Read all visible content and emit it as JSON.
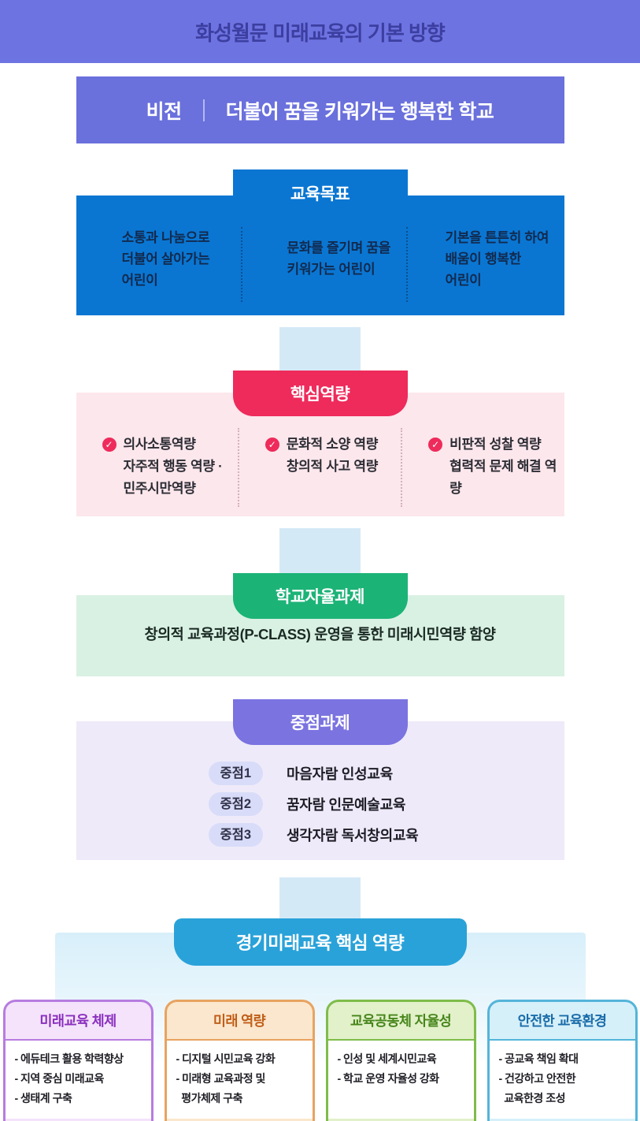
{
  "header": {
    "title": "화성월문 미래교육의 기본 방향"
  },
  "vision": {
    "label": "비전",
    "text": "더불어 꿈을 키워가는 행복한 학교"
  },
  "goals": {
    "tab": "교육목표",
    "columns": [
      {
        "text": "소통과 나눔으로\n더불어 살아가는\n어린이"
      },
      {
        "text": "문화를 즐기며 꿈을\n키워가는 어린이"
      },
      {
        "text": "기본을 튼튼히 하여\n배움이 행복한\n어린이"
      }
    ]
  },
  "core": {
    "tab": "핵심역량",
    "check_icon": "✓",
    "columns": [
      {
        "text": "의사소통역량\n자주적 행동 역량 ·\n민주시만역량"
      },
      {
        "text": "문화적 소양 역량\n창의적 사고 역량"
      },
      {
        "text": "비판적 성찰 역량\n협력적 문제 해결 역량"
      }
    ]
  },
  "school": {
    "tab": "학교자율과제",
    "text": "창의적 교육과정(P-CLASS) 운영을 통한 미래시민역량 함양"
  },
  "focus": {
    "tab": "중점과제",
    "items": [
      {
        "badge": "중점1",
        "text": "마음자람 인성교육"
      },
      {
        "badge": "중점2",
        "text": "꿈자람 인문예술교육"
      },
      {
        "badge": "중점3",
        "text": "생각자람 독서창의교육"
      }
    ]
  },
  "gyeonggi": {
    "tab": "경기미래교육 핵심 역량",
    "cards": [
      {
        "title": "미래교육 체제",
        "body": "- 에듀테크 활용 학력향상\n- 지역 중심 미래교육\n- 생태계 구축",
        "accent": "#b77ce0",
        "tint": "#f4e3fb",
        "title_color": "#8a2fbe"
      },
      {
        "title": "미래 역량",
        "body": "- 디지털 시민교육 강화\n- 미래형 교육과정 및\n  평가체제 구축",
        "accent": "#e8a360",
        "tint": "#fbe7cd",
        "title_color": "#c05e18"
      },
      {
        "title": "교육공동체 자율성",
        "body": "- 인성 및 세계시민교육\n- 학교 운영 자율성 강화",
        "accent": "#7fbc4a",
        "tint": "#e2f1c9",
        "title_color": "#47851b"
      },
      {
        "title": "안전한 교육환경",
        "body": "- 공교육 책임 확대\n- 건강하고 안전한\n  교육한경 조성",
        "accent": "#54b4d9",
        "tint": "#d6f0fa",
        "title_color": "#1a6ca9"
      }
    ]
  },
  "colors": {
    "header_bg": "#6e73e2",
    "header_text": "#3c3fa0",
    "vision_bg": "#6a70dc",
    "goals_blue": "#0a76d2",
    "core_pink": "#ee2b5b",
    "core_bg": "#fce7ec",
    "school_green": "#1cb377",
    "school_bg": "#d9f1e3",
    "focus_purple": "#7a73e0",
    "focus_bg": "#efeaf9",
    "gyeonggi_blue": "#29a2d9",
    "connector_blue": "#d4e9f6"
  }
}
